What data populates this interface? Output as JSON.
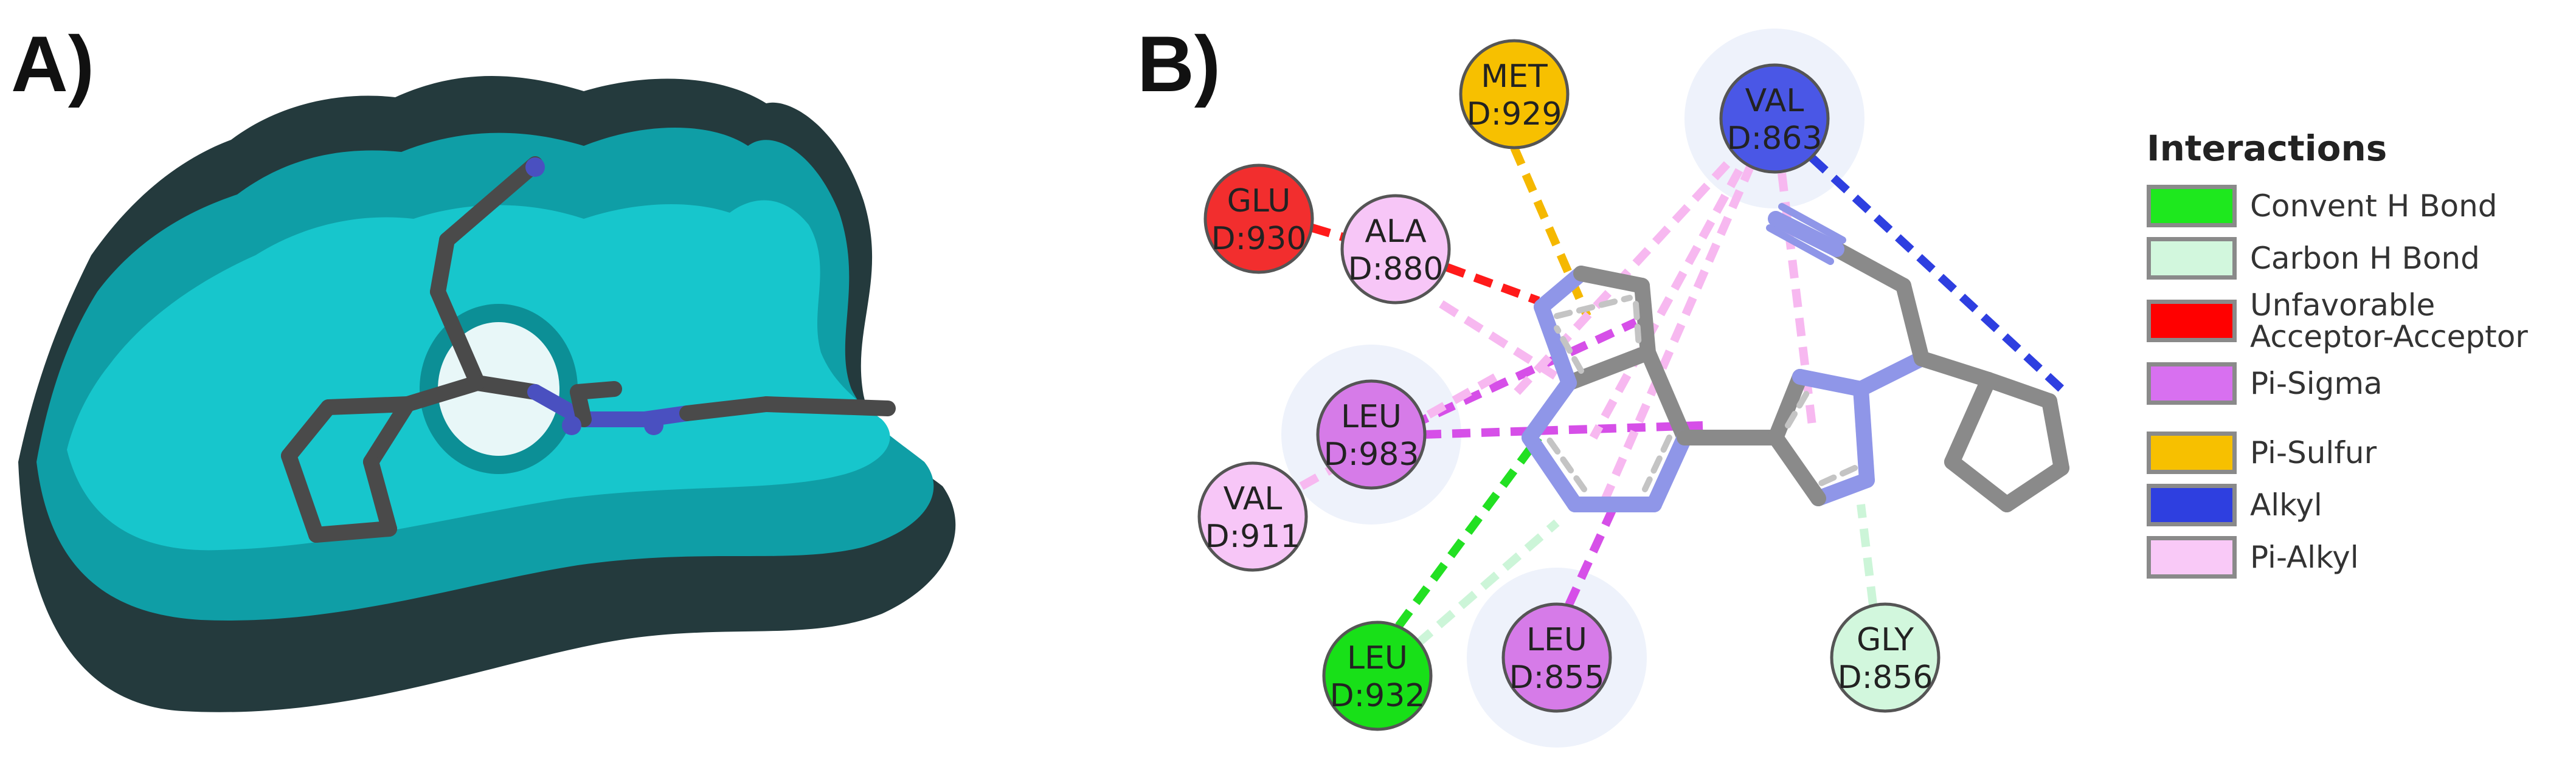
{
  "panels": {
    "a_label": "A)",
    "b_label": "B)"
  },
  "residues": [
    {
      "id": "met929",
      "name": "MET",
      "num": "D:929",
      "fill": "#f7c000",
      "stroke": "#555555",
      "text": "#222222",
      "halo": false
    },
    {
      "id": "val863",
      "name": "VAL",
      "num": "D:863",
      "fill": "#4a57e6",
      "stroke": "#555555",
      "text": "#222222",
      "halo": true
    },
    {
      "id": "glu930",
      "name": "GLU",
      "num": "D:930",
      "fill": "#f22e2e",
      "stroke": "#555555",
      "text": "#222222",
      "halo": false
    },
    {
      "id": "ala880",
      "name": "ALA",
      "num": "D:880",
      "fill": "#f7c6f7",
      "stroke": "#555555",
      "text": "#222222",
      "halo": false
    },
    {
      "id": "leu983",
      "name": "LEU",
      "num": "D:983",
      "fill": "#d67be8",
      "stroke": "#555555",
      "text": "#222222",
      "halo": true
    },
    {
      "id": "val911",
      "name": "VAL",
      "num": "D:911",
      "fill": "#f7c6f7",
      "stroke": "#555555",
      "text": "#222222",
      "halo": false
    },
    {
      "id": "leu932",
      "name": "LEU",
      "num": "D:932",
      "fill": "#18e018",
      "stroke": "#555555",
      "text": "#222222",
      "halo": false
    },
    {
      "id": "leu855",
      "name": "LEU",
      "num": "D:855",
      "fill": "#d67be8",
      "stroke": "#555555",
      "text": "#222222",
      "halo": true
    },
    {
      "id": "gly856",
      "name": "GLY",
      "num": "D:856",
      "fill": "#d2f7dd",
      "stroke": "#555555",
      "text": "#222222",
      "halo": false
    }
  ],
  "interaction_colors": {
    "conventional_h_bond": "#22e022",
    "carbon_h_bond": "#ccf5d8",
    "unfavorable": "#ff1a1a",
    "pi_sigma": "#d64fe8",
    "pi_sulfur": "#f5b800",
    "alkyl": "#2e3fe0",
    "pi_alkyl": "#f7b8f0"
  },
  "legend": {
    "title": "Interactions",
    "items": [
      {
        "label": "Convent H Bond",
        "color": "#1ee81e",
        "gap_before": false
      },
      {
        "label": "Carbon H Bond",
        "color": "#d2f7dd",
        "gap_before": false
      },
      {
        "label": "Unfavorable\nAcceptor-Acceptor",
        "color": "#ff0000",
        "gap_before": false
      },
      {
        "label": "Pi-Sigma",
        "color": "#d870f0",
        "gap_before": false
      },
      {
        "label": "Pi-Sulfur",
        "color": "#f7c000",
        "gap_before": true
      },
      {
        "label": "Alkyl",
        "color": "#2e3fe0",
        "gap_before": false
      },
      {
        "label": "Pi-Alkyl",
        "color": "#f9c9f7",
        "gap_before": false
      }
    ]
  },
  "surface": {
    "inner_color": "#17c6cc",
    "outer_color": "#0f9ea6",
    "shadow_color": "#243a3d",
    "rim_color": "#3d3d3d"
  },
  "ligand": {
    "carbon_color": "#8a8a8a",
    "nitrogen_color": "#8f96e8",
    "stick_color_3d": "#4a4a4a",
    "n_color_3d": "#4a50c0"
  }
}
